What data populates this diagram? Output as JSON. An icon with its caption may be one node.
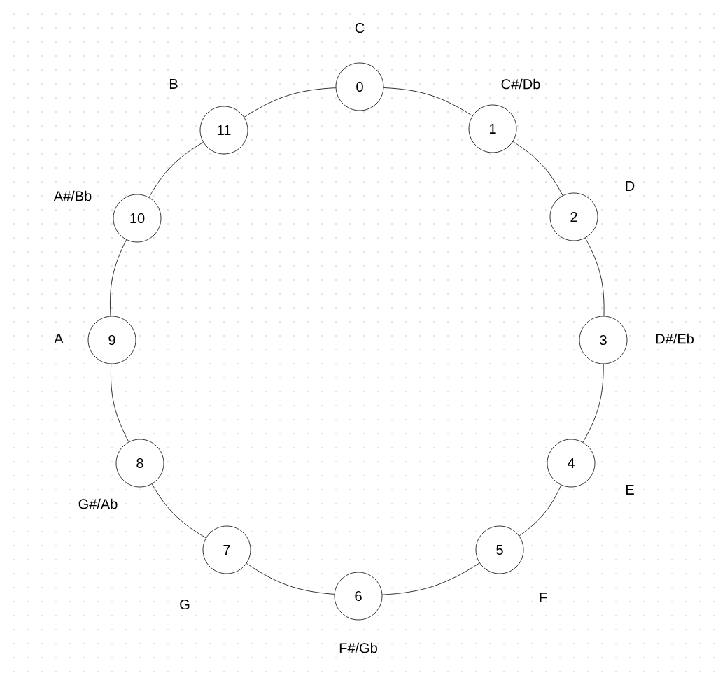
{
  "diagram": {
    "nodes": [
      {
        "text": [
          "0"
        ],
        "beside": [
          "C"
        ]
      },
      {
        "text": [
          "1"
        ],
        "beside": [
          "C#/Db"
        ]
      },
      {
        "text": [
          "2"
        ],
        "beside": [
          "D"
        ]
      },
      {
        "text": [
          "3"
        ],
        "beside": [
          "D#/Eb"
        ]
      },
      {
        "text": [
          "4"
        ],
        "beside": [
          "E"
        ]
      },
      {
        "text": [
          "5"
        ],
        "beside": [
          "F"
        ]
      },
      {
        "text": [
          "6"
        ],
        "beside": [
          "F#/Gb"
        ]
      },
      {
        "text": [
          "7"
        ],
        "beside": [
          "G"
        ]
      },
      {
        "text": [
          "8"
        ],
        "beside": [
          "G#/Ab"
        ]
      },
      {
        "text": [
          "9"
        ],
        "beside": [
          "A"
        ]
      },
      {
        "text": [
          "10"
        ],
        "beside": [
          "A#/Bb"
        ]
      },
      {
        "text": [
          "11"
        ],
        "beside": [
          "B"
        ]
      }
    ],
    "edges": [
      {
        "from": 0,
        "to": 1,
        "arrow": "none"
      },
      {
        "from": 1,
        "to": 2,
        "arrow": "none"
      },
      {
        "from": 2,
        "to": 3,
        "arrow": "none"
      },
      {
        "from": 3,
        "to": 4,
        "arrow": "none"
      },
      {
        "from": 4,
        "to": 5,
        "arrow": "none"
      },
      {
        "from": 5,
        "to": 6,
        "arrow": "none"
      },
      {
        "from": 6,
        "to": 7,
        "arrow": "none"
      },
      {
        "from": 7,
        "to": 8,
        "arrow": "none"
      },
      {
        "from": 8,
        "to": 9,
        "arrow": "none"
      },
      {
        "from": 9,
        "to": 10,
        "arrow": "none"
      },
      {
        "from": 10,
        "to": 11,
        "arrow": "none"
      },
      {
        "from": 11,
        "to": 0,
        "arrow": "none"
      }
    ]
  }
}
